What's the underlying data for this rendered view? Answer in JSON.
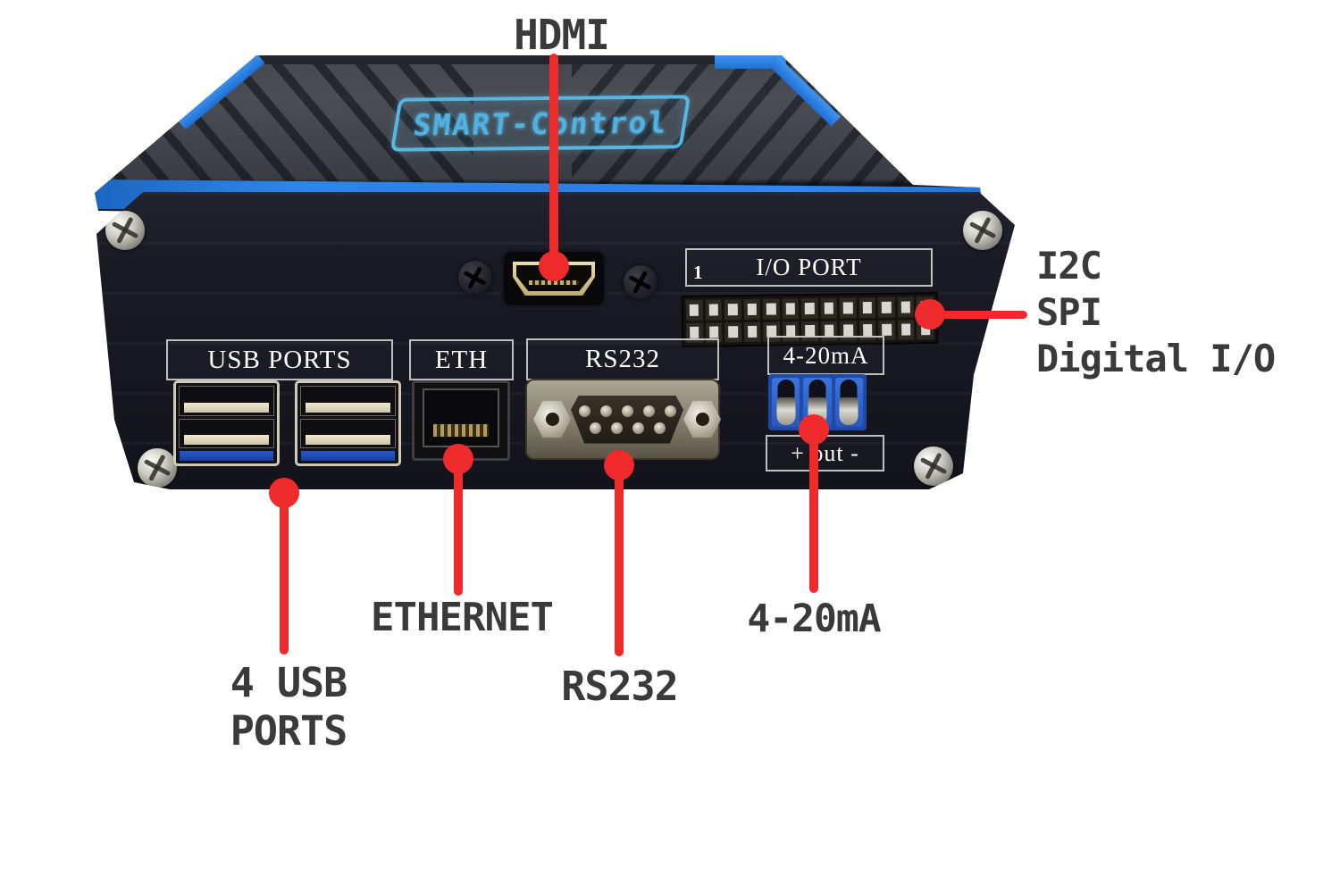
{
  "device": {
    "brand": "SMART-Control",
    "ports": {
      "io_port": {
        "label": "I/O PORT",
        "pin1": "1"
      },
      "usb": {
        "label": "USB PORTS"
      },
      "eth": {
        "label": "ETH"
      },
      "rs232": {
        "label": "RS232"
      },
      "analog": {
        "label": "4-20mA",
        "pins": "+ out -"
      }
    },
    "pin_header": {
      "rows": 2,
      "cols": 13
    }
  },
  "annotations": {
    "hdmi": "HDMI",
    "io_side": [
      "I2C",
      "SPI",
      "Digital I/O"
    ],
    "ethernet": "ETHERNET",
    "rs232": "RS232",
    "usb": [
      "4 USB",
      "PORTS"
    ],
    "analog": "4-20mA"
  },
  "colors": {
    "annotation_red": "#ee2a2a",
    "annotation_text": "#3a3a3c",
    "accent_blue": "#2b7de0",
    "logo_blue": "#57b7e2",
    "front_face": "#16161f",
    "top_panel": "#42464c",
    "label_text": "#ffffff"
  }
}
